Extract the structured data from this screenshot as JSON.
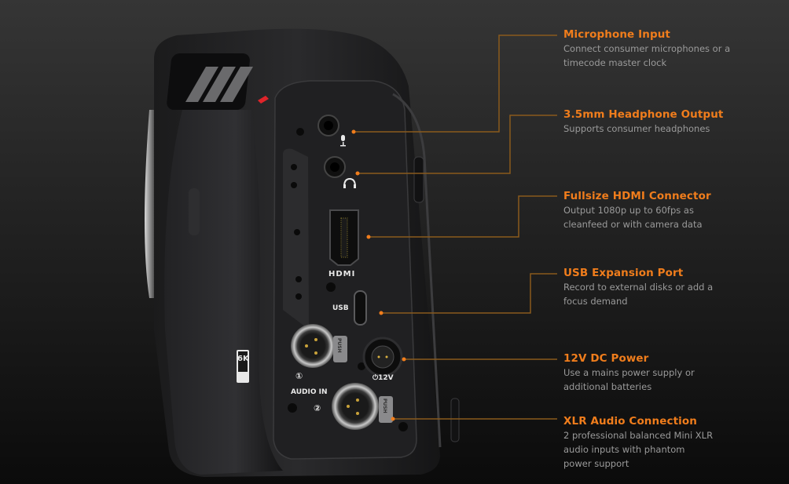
{
  "accent_color": "#f07d1c",
  "features": [
    {
      "title": "Microphone Input",
      "desc": [
        "Connect consumer microphones or a",
        "timecode master clock"
      ]
    },
    {
      "title": "3.5mm Headphone Output",
      "desc": [
        "Supports consumer headphones"
      ]
    },
    {
      "title": "Fullsize HDMI Connector",
      "desc": [
        "Output 1080p up to 60fps as",
        "cleanfeed or with camera data"
      ]
    },
    {
      "title": "USB Expansion Port",
      "desc": [
        "Record to external disks or add a",
        "focus demand"
      ]
    },
    {
      "title": "12V DC Power",
      "desc": [
        "Use a mains power supply or",
        "additional batteries"
      ]
    },
    {
      "title": "XLR Audio Connection",
      "desc": [
        "2 professional balanced Mini XLR",
        "audio inputs with phantom",
        "power support"
      ]
    }
  ],
  "camera_labels": {
    "hdmi": "HDMI",
    "usb": "USB",
    "power": "⏻12V",
    "audio_in": "AUDIO IN",
    "input1": "①",
    "input2": "②",
    "push": "PUSH",
    "badge": "6K"
  },
  "icons": {
    "mic": "microphone-icon",
    "headphone": "headphone-icon"
  }
}
